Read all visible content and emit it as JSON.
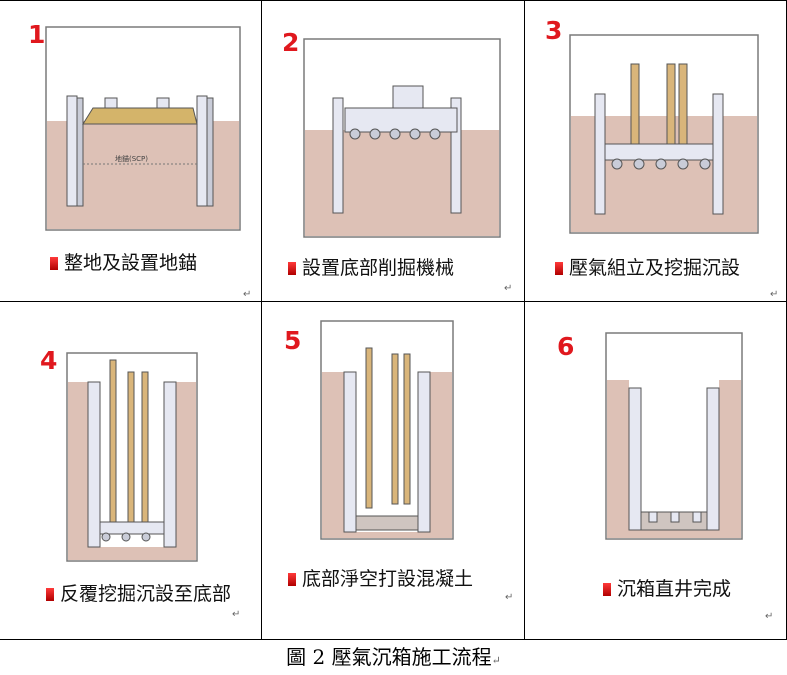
{
  "steps": [
    {
      "number": "1",
      "caption": "整地及設置地錨",
      "inner_label": "地錨(SCP)"
    },
    {
      "number": "2",
      "caption": "設置底部削掘機械"
    },
    {
      "number": "3",
      "caption": "壓氣組立及挖掘沉設"
    },
    {
      "number": "4",
      "caption": "反覆挖掘沉設至底部"
    },
    {
      "number": "5",
      "caption": "底部淨空打設混凝土"
    },
    {
      "number": "6",
      "caption": "沉箱直井完成"
    }
  ],
  "figure_caption": "圖 2 壓氣沉箱施工流程",
  "colors": {
    "number": "#e0181e",
    "soil": "#ddc1b6",
    "sky": "#ffffff",
    "frame": "#7a7a7a",
    "wall": "#e6e8f2",
    "shaft": "#d9b57a"
  }
}
